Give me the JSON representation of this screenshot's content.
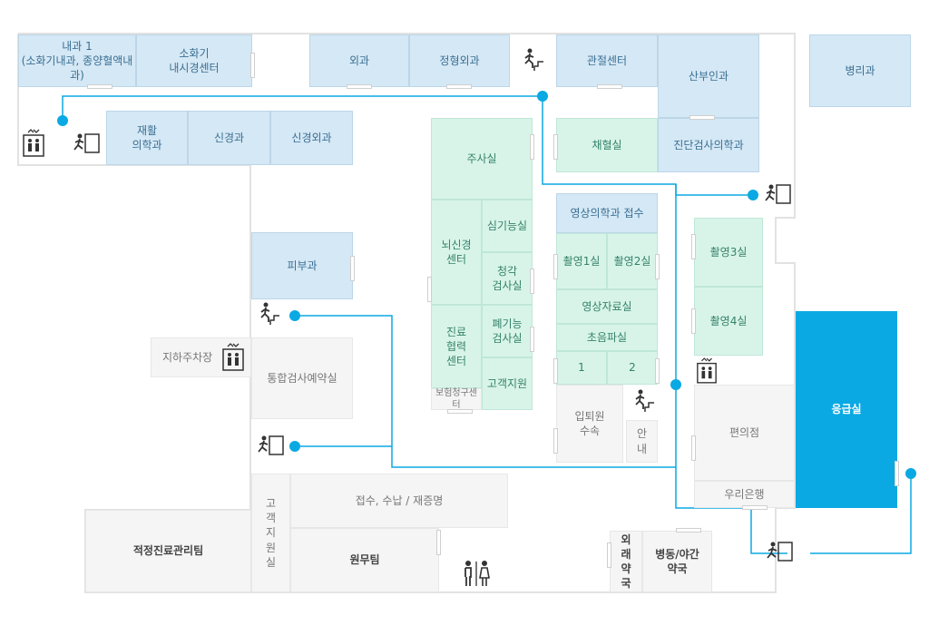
{
  "rooms": {
    "internal_medicine": "내과 1\n(소화기내과, 종양혈액내과)",
    "endoscopy": "소화기\n내시경센터",
    "surgery": "외과",
    "orthopedics": "정형외과",
    "joint_center": "관절센터",
    "obgyn": "산부인과",
    "pathology": "병리과",
    "rehab": "재활\n의학과",
    "neurology": "신경과",
    "neurosurgery": "신경외과",
    "injection": "주사실",
    "blood_draw": "채혈실",
    "lab_medicine": "진단검사의학과",
    "brain_center": "뇌신경\n센터",
    "cardio_test": "심기능실",
    "hearing_test": "청각\n검사실",
    "radiology_reception": "영상의학과 접수",
    "xray1": "촬영1실",
    "xray2": "촬영2실",
    "xray3": "촬영3실",
    "xray4": "촬영4실",
    "dermatology": "피부과",
    "image_data": "영상자료실",
    "ultrasound": "초음파실",
    "us1": "1",
    "us2": "2",
    "pulmonary_test": "폐기능\n검사실",
    "care_coop": "진료\n협력\n센터",
    "customer_support": "고객지원",
    "insurance_center": "보험청구센터",
    "parking": "지하주차장",
    "integrated_booking": "통합검사예약실",
    "admission": "입퇴원\n수속",
    "info": "안\n내",
    "convenience": "편의점",
    "bank": "우리은행",
    "emergency": "응급실",
    "reception": "접수, 수납 / 재증명",
    "customer_room": "고\n객\n지\n원\n실",
    "appropriate_care": "적정진료관리팀",
    "admin_team": "원무팀",
    "outside_pharmacy": "외\n래\n약\n국",
    "ward_pharmacy": "병동/야간\n약국"
  },
  "icons": {
    "elevator": "elevator-icon",
    "stairs": "stairs-icon",
    "exit": "emergency-exit-icon",
    "restroom": "restroom-icon"
  },
  "colors": {
    "route": "#0aa9e3",
    "blue_room": "#d5e8f5",
    "mint_room": "#d8f4e9",
    "gray_room": "#f5f5f5",
    "emergency": "#0aa9e3"
  }
}
